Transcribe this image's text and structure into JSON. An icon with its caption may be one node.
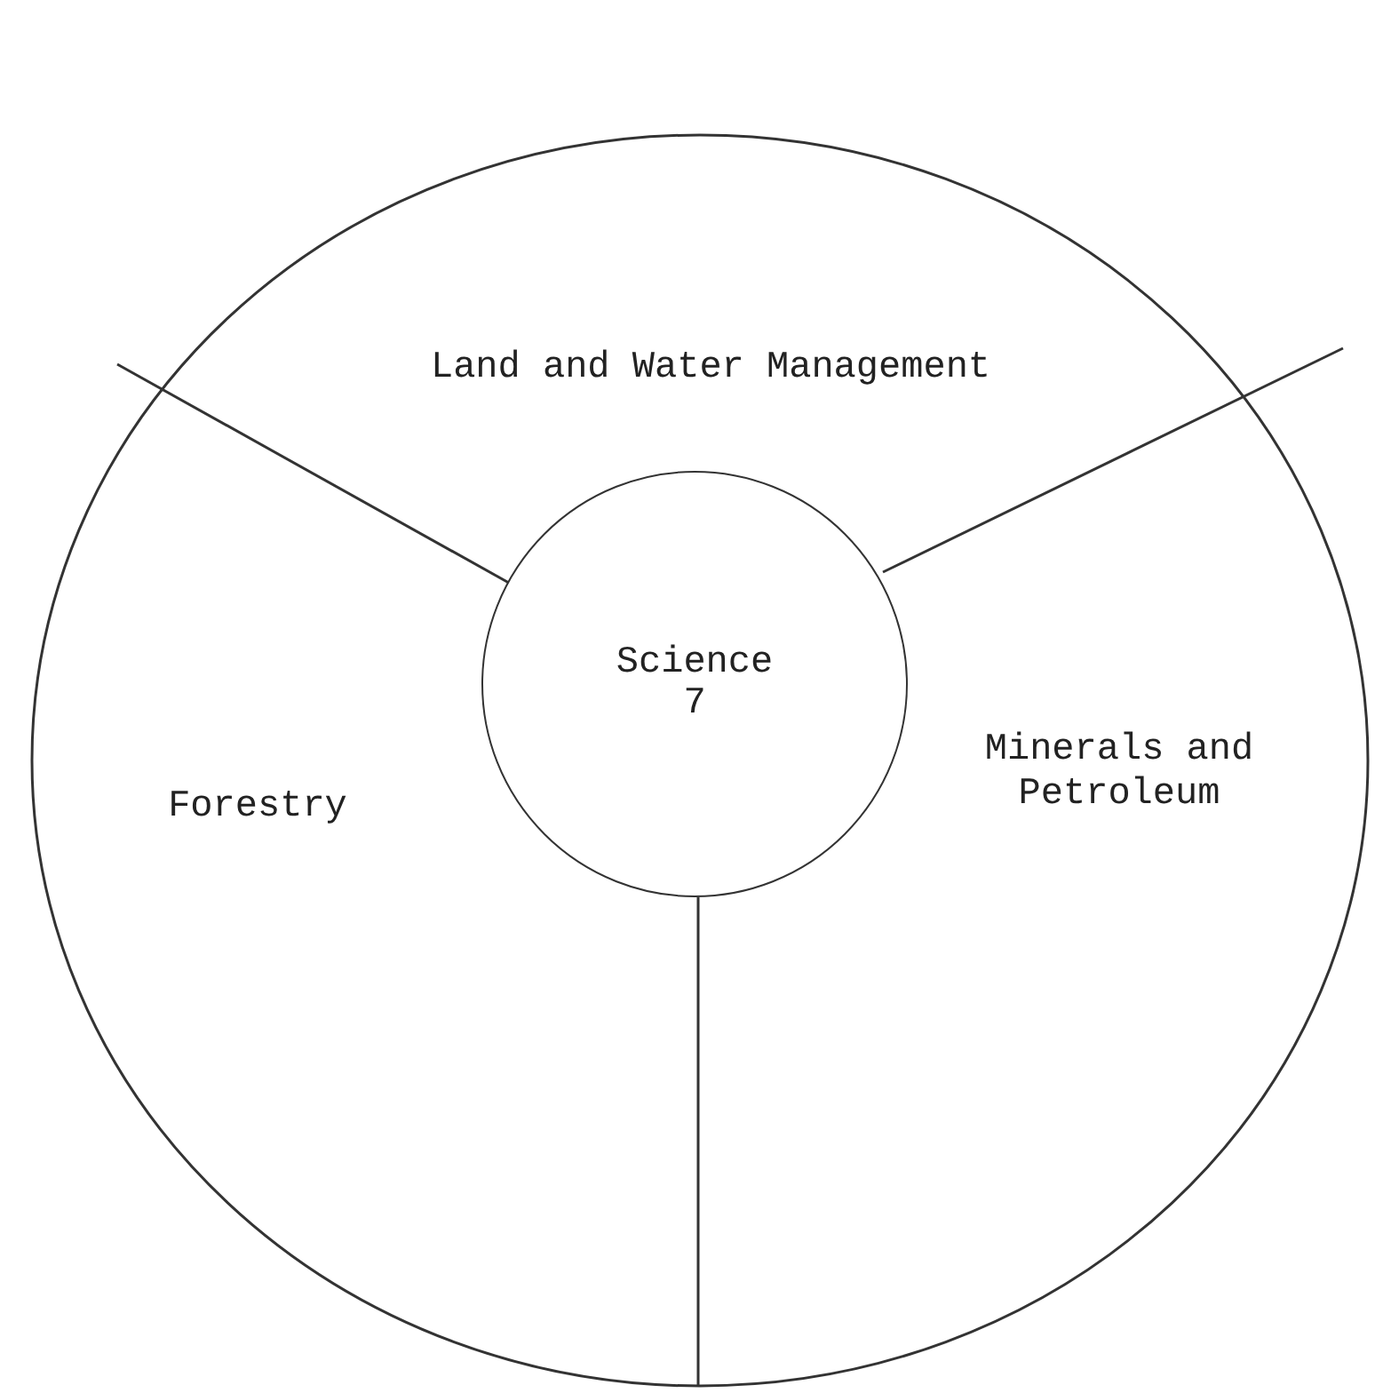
{
  "diagram": {
    "nodes": [
      {
        "text": [
          "Land and Water Management"
        ]
      },
      {
        "text": [
          "Science",
          "7"
        ]
      },
      {
        "text": [
          "Minerals and Petroleum"
        ]
      },
      {
        "text": [
          "Forestry"
        ]
      }
    ]
  }
}
